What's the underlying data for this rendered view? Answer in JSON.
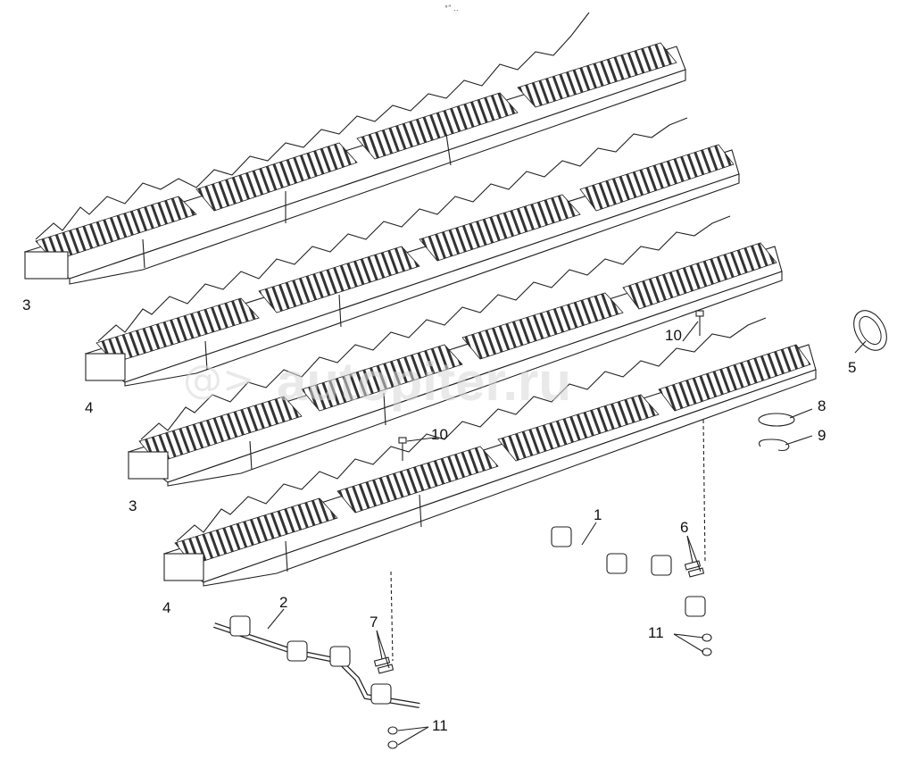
{
  "watermark": {
    "text": "autopiter.ru",
    "symbol": "@>"
  },
  "top_mark": "°ʺ ‥",
  "callouts": {
    "c1": "1",
    "c2": "2",
    "c3a": "3",
    "c3b": "3",
    "c4a": "4",
    "c4b": "4",
    "c5": "5",
    "c6": "6",
    "c7": "7",
    "c8": "8",
    "c9": "9",
    "c10a": "10",
    "c10b": "10",
    "c11a": "11",
    "c11b": "11"
  }
}
